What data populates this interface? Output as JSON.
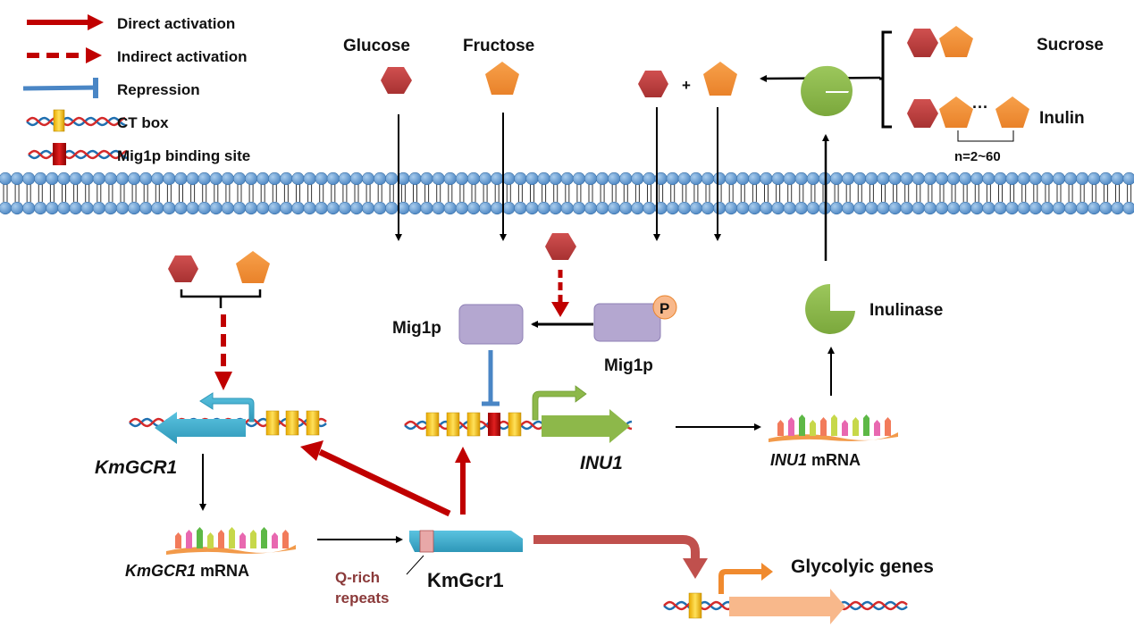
{
  "legend": {
    "items": [
      {
        "label": "Direct activation",
        "symbol": "solid-red-arrow"
      },
      {
        "label": "Indirect activation",
        "symbol": "dashed-red-arrow"
      },
      {
        "label": "Repression",
        "symbol": "blue-t-bar"
      },
      {
        "label": "CT box",
        "symbol": "yellow-box-on-dna"
      },
      {
        "label": "Mig1p binding site",
        "symbol": "red-box-on-dna"
      }
    ]
  },
  "sugars": {
    "glucose": "Glucose",
    "fructose": "Fructose",
    "sucrose": "Sucrose",
    "inulin": "Inulin",
    "inulin_n": "n=2~60",
    "ellipsis": "···",
    "plus": "+"
  },
  "proteins": {
    "mig1p_left": "Mig1p",
    "mig1p_right": "Mig1p",
    "phospho": "P",
    "inulinase": "Inulinase",
    "kmgcr1": "KmGcr1",
    "qrich_line1": "Q-rich",
    "qrich_line2": "repeats"
  },
  "genes": {
    "kmgcr1_gene": "KmGCR1",
    "kmgcr1_mrna_gene": "KmGCR1",
    "kmgcr1_mrna_suffix": " mRNA",
    "inu1_gene": "INU1",
    "inu1_mrna_gene": "INU1",
    "inu1_mrna_suffix": " mRNA",
    "glycolytic": "Glycolyic genes"
  },
  "colors": {
    "glucose": "#C0393B",
    "fructose": "#F08A2E",
    "direct_activation": "#C00000",
    "repression": "#4A86C5",
    "ct_box": "#F2C200",
    "mig1p_site": "#C00000",
    "membrane": "#5B9BD5",
    "mig1p": "#B4A7D0",
    "inulinase": "#8DB84A",
    "kmgcr1_gene": "#3FAFCF",
    "inu1_gene": "#8DB84A",
    "glycolytic_gene": "#F8B88B",
    "glycolytic_promoter": "#F08A2E",
    "kmgcr1_to_glycolytic": "#C0504D"
  }
}
